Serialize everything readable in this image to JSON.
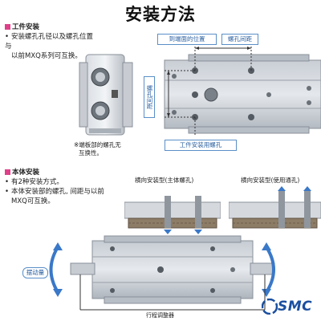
{
  "title": "安装方法",
  "section1": {
    "heading": "工件安装",
    "bullet": "安装螺孔孔径以及螺孔位置与以前MXQ系列可互换。",
    "line1": "安装螺孔孔径以及螺孔位置与",
    "line2": "以前MXQ系列可互换。"
  },
  "callouts": {
    "end_position": "到端面的位置",
    "hole_pitch_top": "螺孔间距",
    "hole_pitch_side": "螺孔间距",
    "workpiece_hole": "工件安装用螺孔"
  },
  "note": {
    "line1": "※端板部的螺孔无",
    "line2": "互换性。"
  },
  "section2": {
    "heading": "本体安装",
    "line1": "有2种安装方式。",
    "line2": "本体安装部的螺孔, 间距与以前",
    "line3": "MXQ可互换。"
  },
  "mount_types": {
    "left": "横向安装型(主体螺孔)",
    "right": "横向安装型(使用通孔)"
  },
  "bottom": {
    "swing_label": "摆动量",
    "stroke_adjuster": "行程调整器"
  },
  "logo": "SMC",
  "colors": {
    "accent_pink": "#e0408a",
    "callout_blue": "#2a5fa0",
    "arrow_blue": "#3a78c8"
  }
}
